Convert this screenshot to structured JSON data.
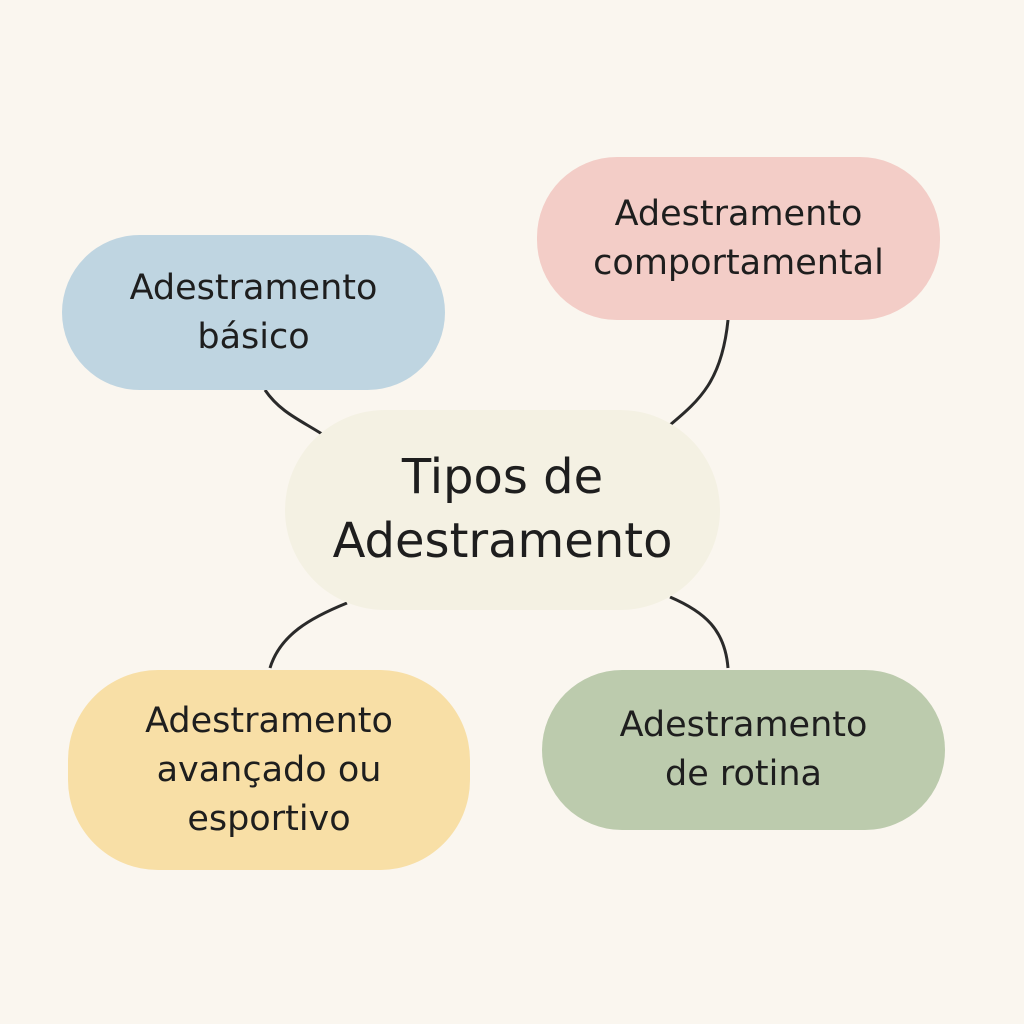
{
  "center": {
    "lines": [
      "Tipos de",
      "Adestramento"
    ]
  },
  "nodes": {
    "basic": {
      "lines": [
        "Adestramento",
        "básico"
      ],
      "color": "#bfd5e1"
    },
    "behavioral": {
      "lines": [
        "Adestramento",
        "comportamental"
      ],
      "color": "#f3cdc7"
    },
    "advanced": {
      "lines": [
        "Adestramento",
        "avançado ou",
        "esportivo"
      ],
      "color": "#f8dfa6"
    },
    "routine": {
      "lines": [
        "Adestramento",
        "de rotina"
      ],
      "color": "#bccbad"
    }
  }
}
